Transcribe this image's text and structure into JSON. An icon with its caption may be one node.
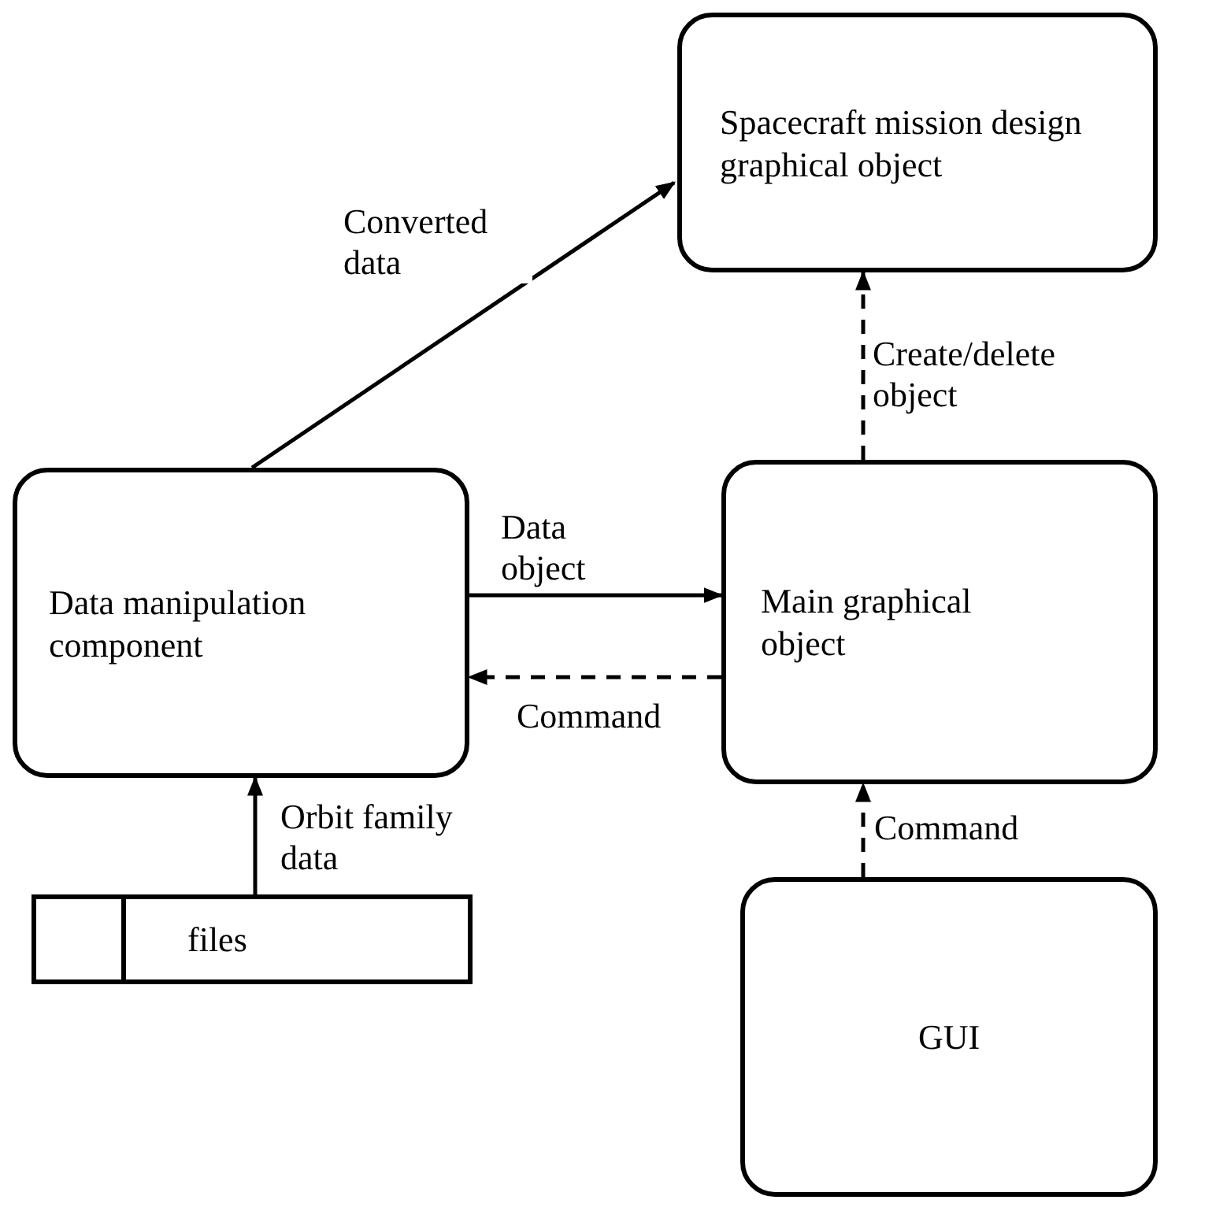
{
  "diagram": {
    "nodes": [
      {
        "text": [
          "Spacecraft mission design graphical object"
        ]
      },
      {
        "text": [
          "Data manipulation component"
        ]
      },
      {
        "text": [
          "Main graphical object"
        ]
      },
      {
        "text": [
          "GUI"
        ]
      },
      {
        "text": [
          "files"
        ]
      }
    ],
    "edges": [
      {
        "from": 1,
        "to": 0,
        "arrow": "to",
        "label": "Converted data"
      },
      {
        "from": 2,
        "to": 0,
        "arrow": "to",
        "label": "Create/delete object",
        "style": "dashed"
      },
      {
        "from": 1,
        "to": 2,
        "arrow": "to",
        "label": "Data object"
      },
      {
        "from": 2,
        "to": 1,
        "arrow": "to",
        "label": "Command",
        "style": "dashed"
      },
      {
        "from": 4,
        "to": 1,
        "arrow": "to",
        "label": "Orbit family data"
      },
      {
        "from": 3,
        "to": 2,
        "arrow": "to",
        "label": "Command",
        "style": "dashed"
      }
    ]
  }
}
